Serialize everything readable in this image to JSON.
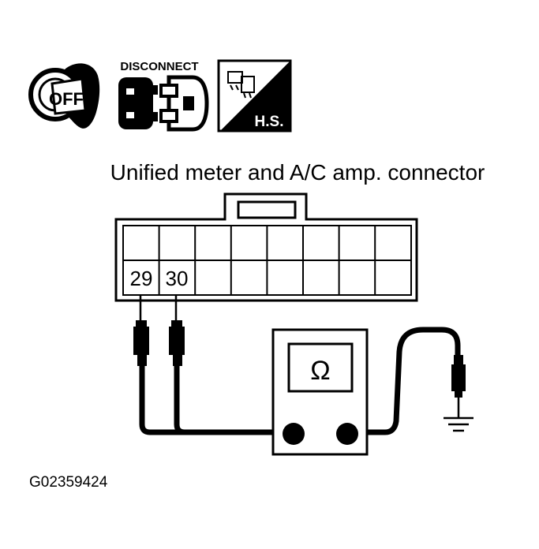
{
  "icons": {
    "key_label": "OFF",
    "disconnect_label": "DISCONNECT",
    "harness_label": "H.S."
  },
  "connector": {
    "title": "Unified meter and A/C amp. connector",
    "pin_a": "29",
    "pin_b": "30"
  },
  "meter": {
    "symbol": "Ω"
  },
  "figure_id": "G02359424"
}
